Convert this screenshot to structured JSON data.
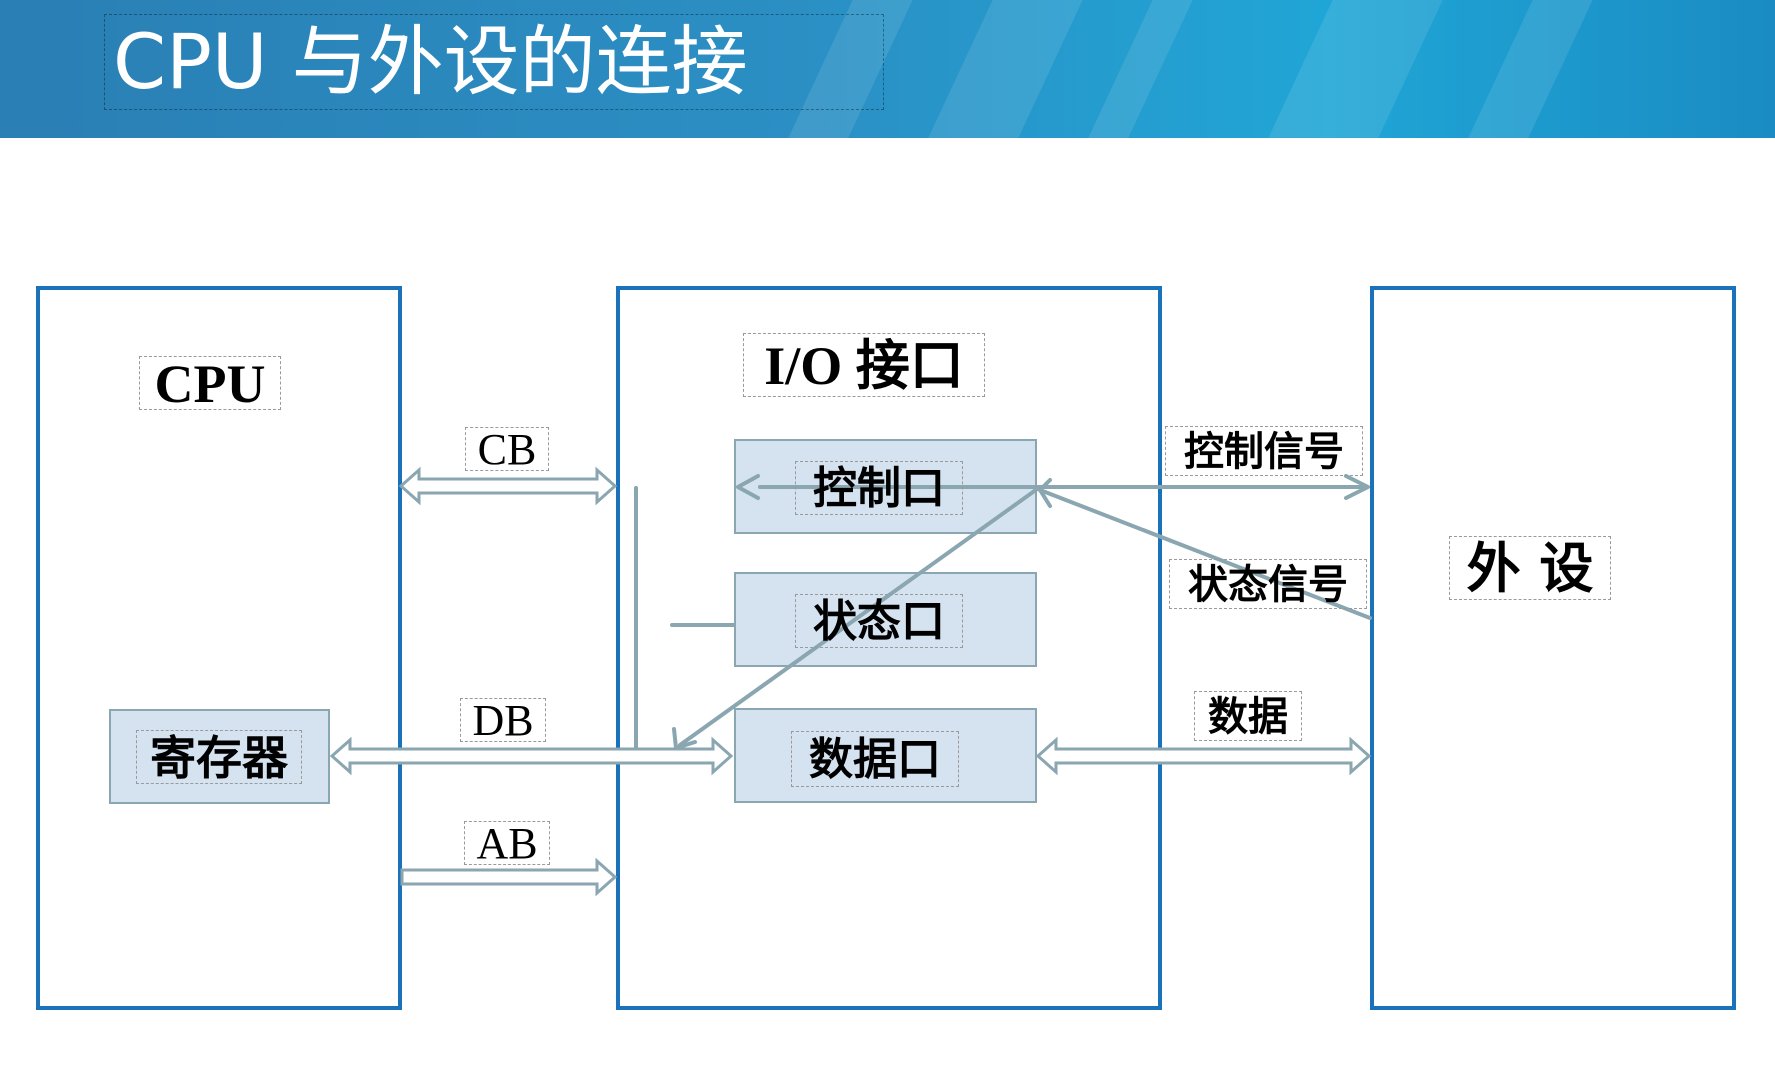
{
  "slide": {
    "title": "CPU 与外设的连接"
  },
  "diagram": {
    "cpu": {
      "title": "CPU",
      "register": "寄存器"
    },
    "io_interface": {
      "title": "I/O 接口",
      "control_port": "控制口",
      "status_port": "状态口",
      "data_port": "数据口"
    },
    "peripheral": {
      "title": "外 设"
    },
    "buses": {
      "cb": "CB",
      "db": "DB",
      "ab": "AB"
    },
    "signals": {
      "control": "控制信号",
      "status": "状态信号",
      "data": "数据"
    },
    "colors": {
      "panel_border": "#1a72bb",
      "port_fill": "#d5e3f1",
      "arrow": "#8aa6b0",
      "header": "#2b8fc4"
    }
  }
}
